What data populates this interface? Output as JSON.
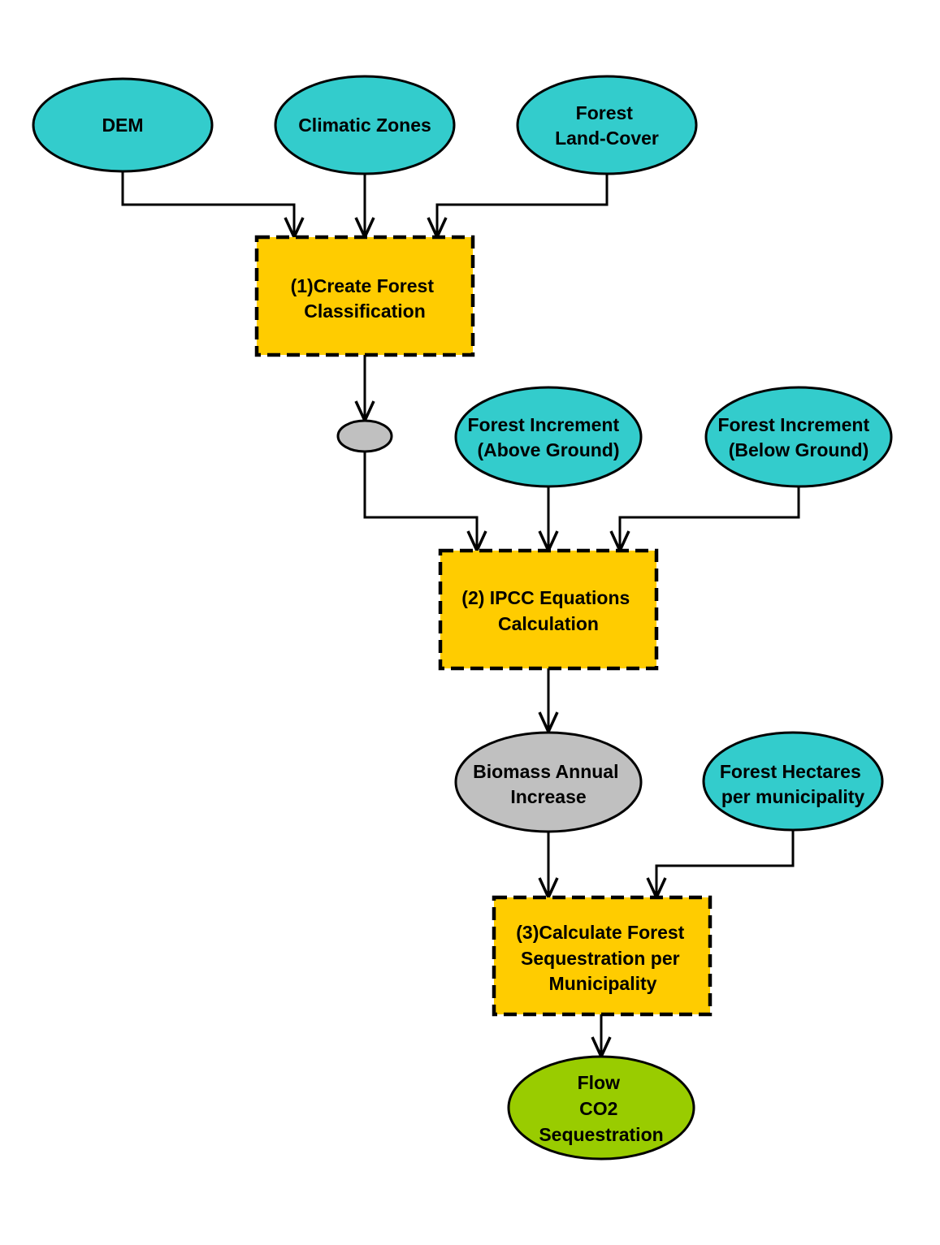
{
  "colors": {
    "input": "#33CCCC",
    "process": "#FFCC00",
    "process_border": "#000000",
    "intermediate": "#C0C0C0",
    "output": "#99CC00",
    "edge": "#000000"
  },
  "nodes": {
    "dem": {
      "lines": [
        "DEM"
      ]
    },
    "climatic_zones": {
      "lines": [
        "Climatic Zones"
      ]
    },
    "forest_land_cover": {
      "lines": [
        "Forest",
        "Land-Cover"
      ]
    },
    "process1": {
      "lines": [
        "(1)Create Forest",
        "Classification"
      ]
    },
    "intermediate_small": {
      "lines": []
    },
    "increment_above": {
      "lines": [
        "Forest Increment",
        "(Above Ground)"
      ]
    },
    "increment_below": {
      "lines": [
        "Forest Increment",
        "(Below Ground)"
      ]
    },
    "process2": {
      "lines": [
        "(2) IPCC Equations",
        "Calculation"
      ]
    },
    "biomass": {
      "lines": [
        "Biomass Annual",
        "Increase"
      ]
    },
    "hectares": {
      "lines": [
        "Forest Hectares",
        "per municipality"
      ]
    },
    "process3": {
      "lines": [
        "(3)Calculate Forest",
        "Sequestration per",
        "Municipality"
      ]
    },
    "flow": {
      "lines": [
        "Flow",
        "CO2",
        "Sequestration"
      ]
    }
  }
}
